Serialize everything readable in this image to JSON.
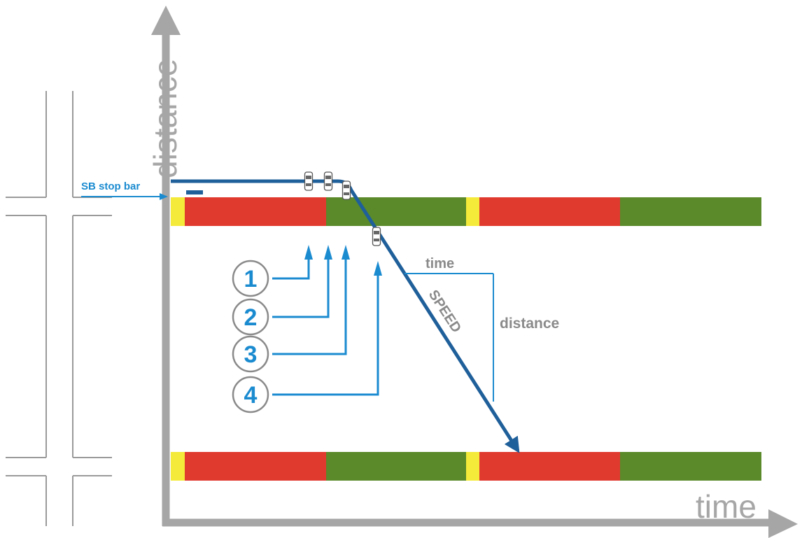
{
  "axes": {
    "y_label": "distance",
    "x_label": "time"
  },
  "stop_bar": {
    "label": "SB stop bar"
  },
  "annotations": {
    "time_label": "time",
    "distance_label": "distance",
    "speed_label": "SPEED"
  },
  "markers": [
    {
      "number": "1"
    },
    {
      "number": "2"
    },
    {
      "number": "3"
    },
    {
      "number": "4"
    }
  ],
  "signal_phases": [
    "yellow",
    "red",
    "green",
    "yellow",
    "red",
    "green"
  ],
  "colors": {
    "axis": "#a6a6a6",
    "red_phase": "#e03a2f",
    "green_phase": "#5a8a2a",
    "yellow_phase": "#f4ea3a",
    "trajectory": "#1f5f9a",
    "callout": "#1b8bd0",
    "road_lines": "#9a9a9a",
    "label_gray": "#8a8a8a"
  }
}
